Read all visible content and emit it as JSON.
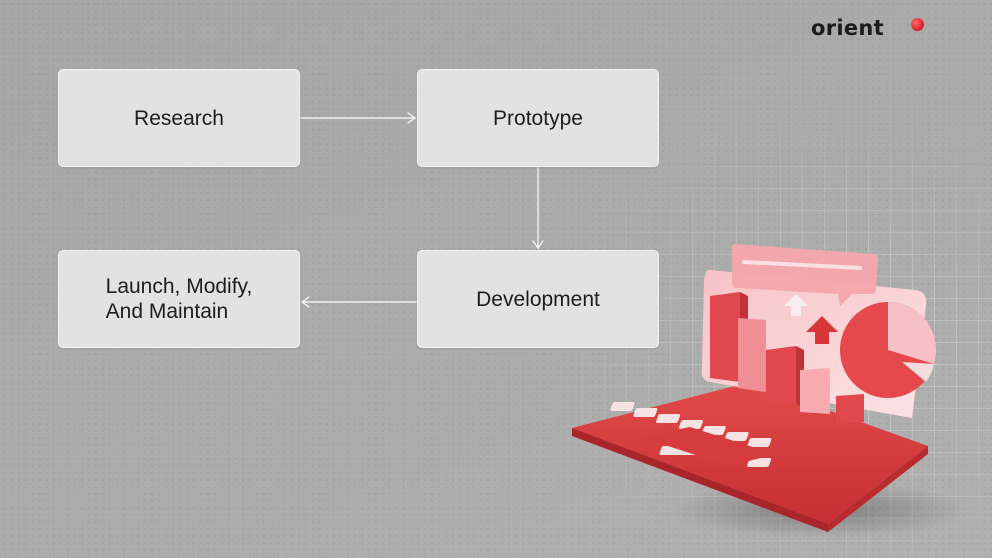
{
  "brand": {
    "name": "orient",
    "accent": "#e0262e"
  },
  "diagram": {
    "steps": [
      {
        "id": "research",
        "label": "Research"
      },
      {
        "id": "prototype",
        "label": "Prototype"
      },
      {
        "id": "development",
        "label": "Development"
      },
      {
        "id": "launch",
        "label": "Launch, Modify,\n And Maintain"
      }
    ],
    "connections": [
      {
        "from": "research",
        "to": "prototype"
      },
      {
        "from": "prototype",
        "to": "development"
      },
      {
        "from": "development",
        "to": "launch"
      }
    ]
  },
  "illustration": {
    "icon": "laptop-analytics-icon"
  }
}
